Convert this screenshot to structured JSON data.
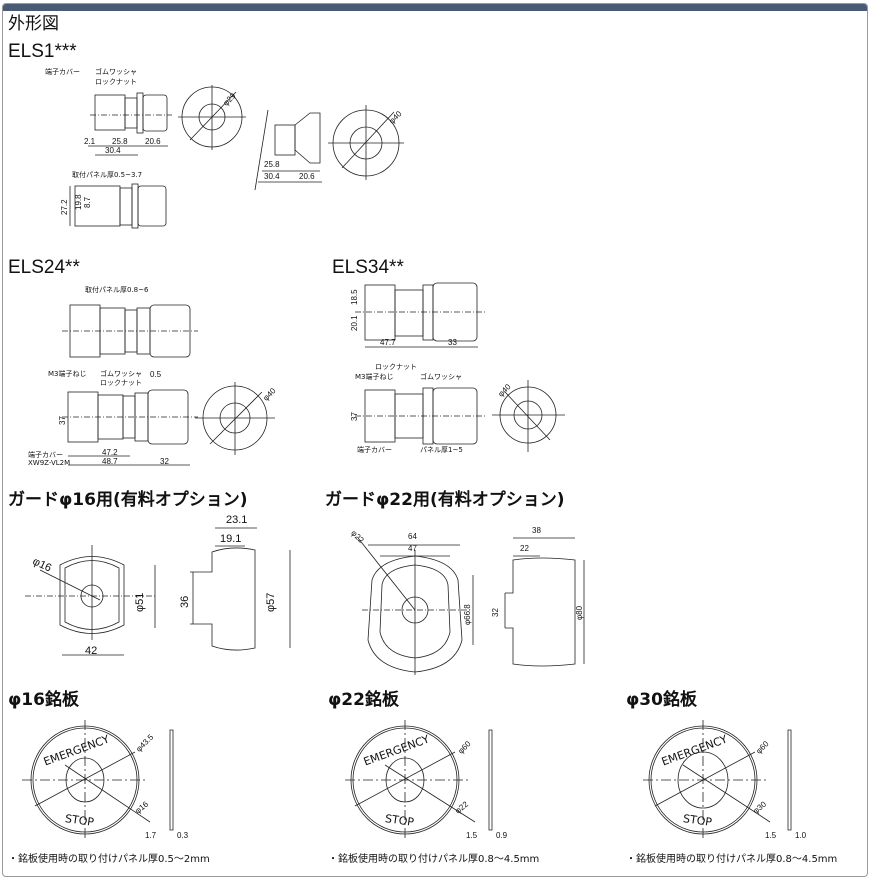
{
  "title": "外形図",
  "els1": {
    "heading": "ELS1***",
    "terminal_cover": "端子カバー",
    "rubber_washer": "ゴムワッシャ",
    "lock_nut": "ロックナット",
    "d_2_1": "2.1",
    "d_25_8": "25.8",
    "d_20_6": "20.6",
    "d_30_4": "30.4",
    "phi29": "φ29",
    "phi40": "φ40",
    "d2_25_8": "25.8",
    "d2_30_4": "30.4",
    "d2_20_6": "20.6",
    "panel": "取付パネル厚0.5~3.7",
    "d_27_2": "27.2",
    "d_19_8": "19.8",
    "d_8_7": "8.7"
  },
  "els24": {
    "heading": "ELS24**",
    "panel": "取付パネル厚0.8~6",
    "m3": "M3端子ねじ",
    "rubber_washer": "ゴムワッシャ",
    "lock_nut": "ロックナット",
    "d_0_5": "0.5",
    "d_37": "37",
    "phi40": "φ40",
    "terminal_cover": "端子カバー",
    "cover_model": "XW9Z-VL2M",
    "d_47_2": "47.2",
    "d_48_7": "48.7",
    "d_32": "32"
  },
  "els34": {
    "heading": "ELS34**",
    "d_18_5": "18.5",
    "d_20_1": "20.1",
    "d_47_7": "47.7",
    "d_33": "33",
    "lock_nut": "ロックナット",
    "m3": "M3端子ねじ",
    "rubber_washer": "ゴムワッシャ",
    "d_37": "37",
    "phi40": "φ40",
    "terminal_cover": "端子カバー",
    "panel": "パネル厚1~5"
  },
  "guard16": {
    "heading": "ガードφ16用(有料オプション)",
    "phi16": "φ16",
    "phi51": "φ51",
    "d_42": "42",
    "d_23_1": "23.1",
    "d_19_1": "19.1",
    "d_36": "36",
    "phi57": "φ57"
  },
  "guard22": {
    "heading": "ガードφ22用(有料オプション)",
    "phi22": "φ22",
    "d_64": "64",
    "d_47": "47",
    "d_38": "38",
    "d_22": "22",
    "d_32": "32",
    "phi66_8": "φ66.8",
    "phi80": "φ80"
  },
  "plates": [
    {
      "heading": "φ16銘板",
      "top": "EMERGENCY",
      "bottom": "STOP",
      "outer": "φ43.5",
      "inner": "φ16",
      "t1": "1.7",
      "t2": "0.3",
      "note": "・銘板使用時の取り付けパネル厚0.5～2mm"
    },
    {
      "heading": "φ22銘板",
      "top": "EMERGENCY",
      "bottom": "STOP",
      "outer": "φ60",
      "inner": "φ22",
      "t1": "1.5",
      "t2": "0.9",
      "note": "・銘板使用時の取り付けパネル厚0.8～4.5mm"
    },
    {
      "heading": "φ30銘板",
      "top": "EMERGENCY",
      "bottom": "STOP",
      "outer": "φ60",
      "inner": "φ30",
      "t1": "1.5",
      "t2": "1.0",
      "note": "・銘板使用時の取り付けパネル厚0.8～4.5mm"
    }
  ]
}
